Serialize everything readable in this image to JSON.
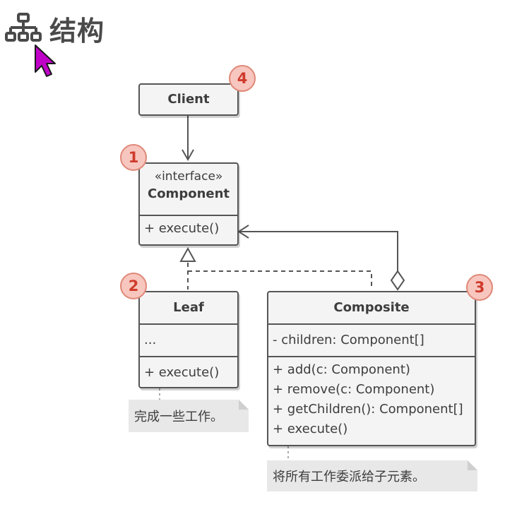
{
  "title": "结构",
  "classes": {
    "client": {
      "name": "Client"
    },
    "component": {
      "stereotype": "«interface»",
      "name": "Component",
      "methods": [
        "+ execute()"
      ]
    },
    "leaf": {
      "name": "Leaf",
      "fields": [
        "..."
      ],
      "methods": [
        "+ execute()"
      ]
    },
    "composite": {
      "name": "Composite",
      "fields": [
        "- children: Component[]"
      ],
      "methods": [
        "+ add(c: Component)",
        "+ remove(c: Component)",
        "+ getChildren(): Component[]",
        "+ execute()"
      ]
    }
  },
  "badges": {
    "client": "4",
    "component": "1",
    "leaf": "2",
    "composite": "3"
  },
  "notes": {
    "leaf": "完成一些工作。",
    "composite": "将所有工作委派给子元素。"
  },
  "colors": {
    "badge_fill": "#f7c6bf",
    "badge_text": "#cf3a2b",
    "box_fill": "#f4f4f4",
    "cursor": "#c000c8"
  },
  "icons": {
    "title": "hierarchy-icon",
    "cursor": "mouse-pointer-icon"
  }
}
